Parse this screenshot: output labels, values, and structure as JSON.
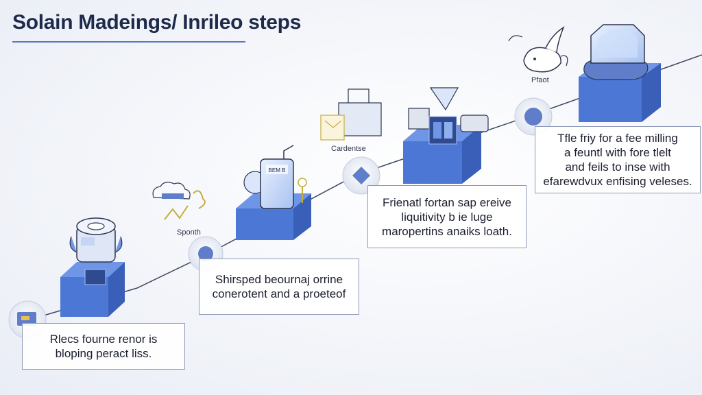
{
  "title": "Solain Madeings/ Inrileo steps",
  "steps": [
    {
      "text": "Rlecs fourne renor is\nbloping peract liss.",
      "icon": "tape-roll-icon"
    },
    {
      "text": "Shirsped beournaj orrine\nconerotent and a proeteof",
      "icon": "bottle-icon",
      "node_label": ""
    },
    {
      "text": "Frienatl fortan sap ereive\nliquitivity b ie luge\nmaropertins anaiks loath.",
      "icon": "machinery-icon",
      "node_label": ""
    },
    {
      "text": "Tfle friy for a fee milling\na feuntl with fore tlelt\nand feils to inse with\nefarewdvux enfising veleses.",
      "icon": "crystal-block-icon",
      "node_label": ""
    }
  ],
  "captions": {
    "sponth": "Sponth",
    "cardentse": "Cardentse",
    "pfaot": "Pfaot",
    "bottle_label": "BEM B"
  },
  "colors": {
    "cube_top": "#6f96e6",
    "cube_front": "#4d77d4",
    "cube_side": "#3a5fb8",
    "accent": "#5b74c7",
    "node_fill": "#5f7dc9"
  }
}
